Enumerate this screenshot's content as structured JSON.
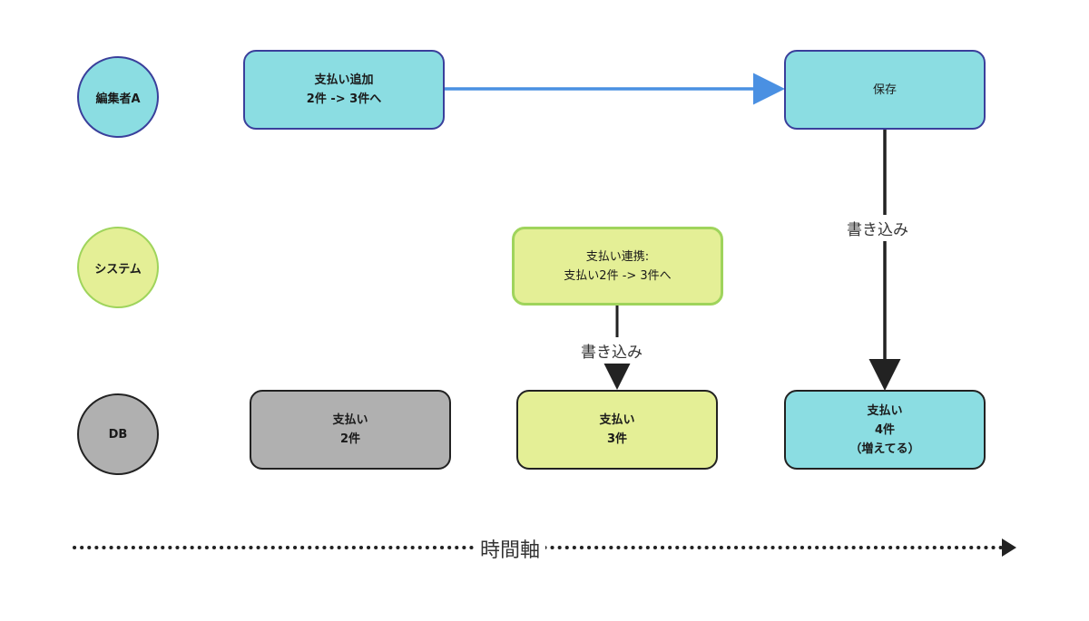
{
  "colors": {
    "cyan": "#8bdde2",
    "cyan_border": "#3a3f9b",
    "lime": "#e4ef96",
    "lime_border": "#9fd45c",
    "gray": "#b0b0b0",
    "dark": "#222222",
    "blue_arrow": "#4a90e2"
  },
  "actors": {
    "editor": "編集者A",
    "system": "システム",
    "db": "DB"
  },
  "nodes": {
    "add_payment": "支払い追加\n2件 -> 3件へ",
    "save": "保存",
    "sync": "支払い連携:\n支払い2件 -> 3件へ",
    "db_2": "支払い\n2件",
    "db_3": "支払い\n3件",
    "db_4": "支払い\n4件\n（増えてる）"
  },
  "edges": {
    "write_system": "書き込み",
    "write_save": "書き込み"
  },
  "time_axis": "時間軸"
}
